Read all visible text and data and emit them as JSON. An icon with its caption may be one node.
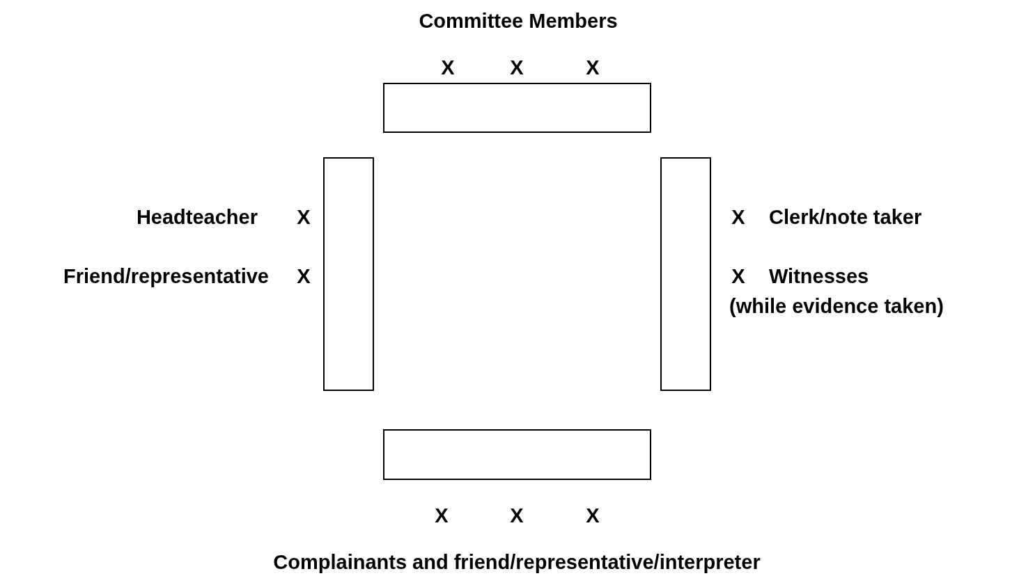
{
  "diagram": {
    "nodes": [
      {
        "text": [],
        "shape": "box"
      },
      {
        "text": [],
        "shape": "box"
      },
      {
        "text": [],
        "shape": "box"
      },
      {
        "text": [],
        "shape": "box"
      }
    ],
    "labels": [
      "Committee Members",
      "X",
      "X",
      "X",
      "Headteacher",
      "X",
      "X",
      "Clerk/note taker",
      "Friend/representative",
      "X",
      "X",
      "Witnesses (while evidence taken)",
      "X",
      "X",
      "X",
      "Complainants and friend/representative/interpreter"
    ]
  }
}
